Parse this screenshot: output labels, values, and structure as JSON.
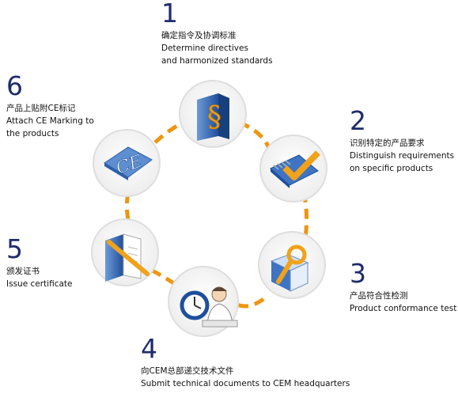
{
  "steps": [
    {
      "number": "1",
      "zh": "确定指令及协调标准",
      "en": "Determine directives\nand harmonized standards",
      "icon": "binder-section-icon"
    },
    {
      "number": "2",
      "zh": "识别特定的产品要求",
      "en": " Distinguish requirements\non specific products",
      "icon": "checklist-notebook-icon"
    },
    {
      "number": "3",
      "zh": "产品符合性检测",
      "en": "Product conformance test",
      "icon": "magnifier-box-icon"
    },
    {
      "number": "4",
      "zh": "向CEM总部递交技术文件",
      "en": "Submit technical documents to CEM headquarters",
      "icon": "engineer-clock-icon"
    },
    {
      "number": "5",
      "zh": "颁发证书",
      "en": "Issue certificate",
      "icon": "certificate-binder-icon"
    },
    {
      "number": "6",
      "zh": "产品上贴附CE标记",
      "en": "Attach CE Marking to\nthe products",
      "icon": "ce-mark-icon"
    }
  ],
  "colors": {
    "accent": "#f0950f",
    "circle_fill": "#f1f1f1",
    "circle_ring": "#e2e2e2",
    "number": "#1f2c6b",
    "folder_blue": "#2d5ea8"
  }
}
